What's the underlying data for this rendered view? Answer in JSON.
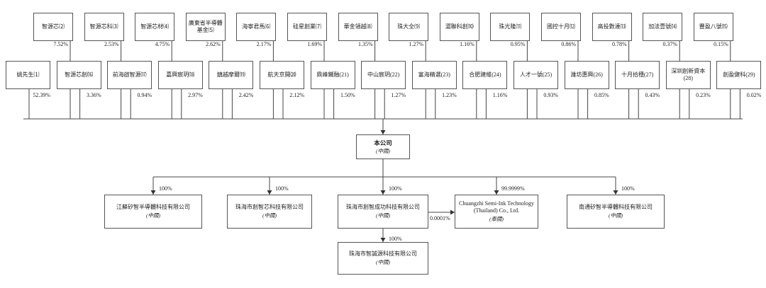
{
  "top_row": [
    {
      "name": "智源芯⑵",
      "pct": "7.52%"
    },
    {
      "name": "智源芯科⑶",
      "pct": "2.53%"
    },
    {
      "name": "智源芯材⑷",
      "pct": "4.75%"
    },
    {
      "name": "廣東省半導體基金⑸",
      "pct": "2.62%"
    },
    {
      "name": "海寧君馬⑹",
      "pct": "2.17%"
    },
    {
      "name": "硅星創業⑺",
      "pct": "1.69%"
    },
    {
      "name": "華金領越⑻",
      "pct": "1.35%"
    },
    {
      "name": "珠大全⑼",
      "pct": "1.27%"
    },
    {
      "name": "澀聯科創⑽",
      "pct": "1.16%"
    },
    {
      "name": "珠光隆⑾",
      "pct": "0.95%"
    },
    {
      "name": "國控十月⑿",
      "pct": "0.86%"
    },
    {
      "name": "高投數達⒀",
      "pct": "0.78%"
    },
    {
      "name": "加法壹號⒁",
      "pct": "0.37%"
    },
    {
      "name": "豐盈八號⒂",
      "pct": "0.15%"
    }
  ],
  "second_row": [
    {
      "name": "姚先生⑴",
      "pct": "52.39%"
    },
    {
      "name": "智源芯創⒃",
      "pct": "3.36%"
    },
    {
      "name": "前海啟智源⒄",
      "pct": "0.94%"
    },
    {
      "name": "嘉興宸玥⒅",
      "pct": "2.97%"
    },
    {
      "name": "鎮越摩爾⒆",
      "pct": "2.42%"
    },
    {
      "name": "航天京開⒇",
      "pct": "2.12%"
    },
    {
      "name": "鼎峰鐵融(21)",
      "pct": "1.50%"
    },
    {
      "name": "中山宸玥(22)",
      "pct": "1.27%"
    },
    {
      "name": "富海精選(23)",
      "pct": "1.23%"
    },
    {
      "name": "合肥建維(24)",
      "pct": "1.16%"
    },
    {
      "name": "人才一號(25)",
      "pct": "0.93%"
    },
    {
      "name": "濰坊惠興(26)",
      "pct": "0.85%"
    },
    {
      "name": "十月拾穗(27)",
      "pct": "0.43%"
    },
    {
      "name": "深圳創新資本(28)",
      "pct": "0.23%"
    },
    {
      "name": "創盈健科(29)",
      "pct": "0.02%"
    }
  ],
  "company": {
    "name": "本公司",
    "sub": "(中國)"
  },
  "subsidiaries": [
    {
      "name": "江蘇矽智半導體科技有限公司",
      "sub": "(中國)",
      "pct": "100%"
    },
    {
      "name": "珠海市創智芯科技有限公司",
      "sub": "(中國)",
      "pct": "100%"
    },
    {
      "name": "珠海市創智成功科技有限公司",
      "sub": "(中國)",
      "pct": "100%"
    },
    {
      "name": "Chuangzhi Semi-Ink Technology (Thailand) Co., Ltd.",
      "sub": "(泰國)",
      "pct": "99.9999%"
    },
    {
      "name": "南通矽智半導體科技有限公司",
      "sub": "(中國)",
      "pct": "100%"
    }
  ],
  "thailand_link_pct": "0.0001%",
  "grandchild": {
    "name": "珠海市智誠源科技有限公司",
    "sub": "(中國)",
    "pct": "100%"
  }
}
